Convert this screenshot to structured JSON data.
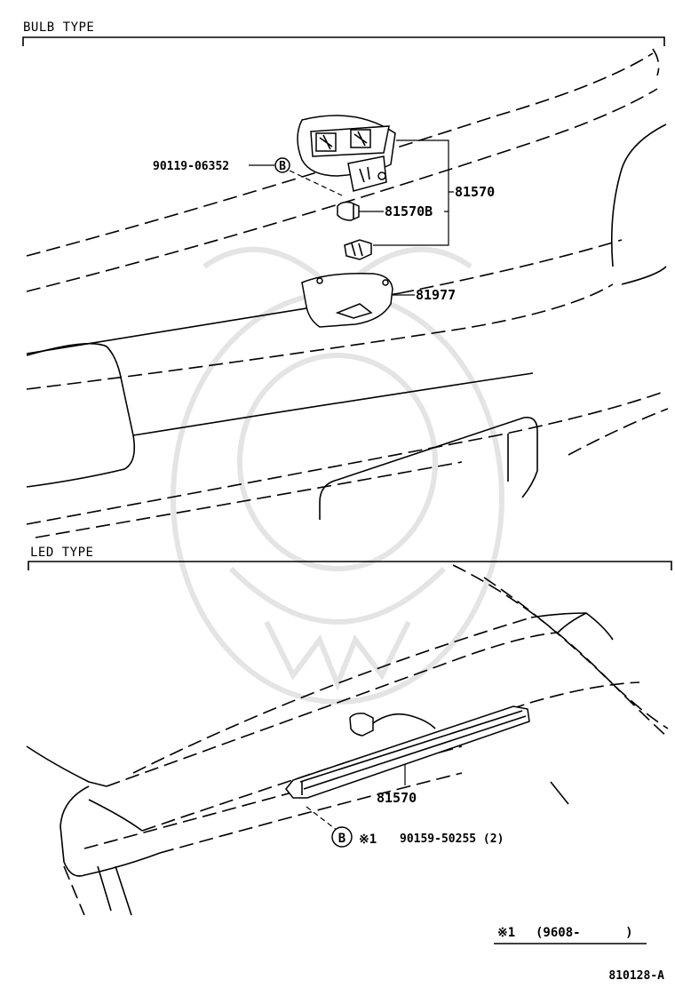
{
  "sections": {
    "bulb": {
      "title": "BULB TYPE",
      "parts": {
        "bolt": "90119-06352",
        "bulb": "81570B",
        "lamp_assy": "81570",
        "cover": "81977"
      },
      "ref_marker": "B"
    },
    "led": {
      "title": "LED TYPE",
      "parts": {
        "lamp_assy": "81570",
        "clip_mark": "※1",
        "clip": "90159-50255 (2)"
      },
      "ref_marker": "B"
    }
  },
  "footnote": {
    "mark": "※1",
    "range": "(9608-      )"
  },
  "illustration_code": "810128-A"
}
